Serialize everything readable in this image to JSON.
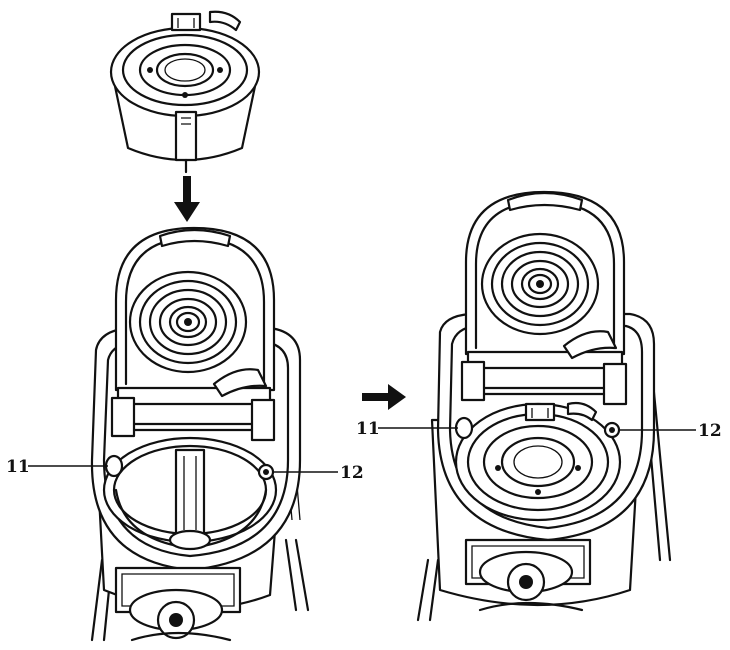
{
  "callouts": {
    "left_11": "11",
    "left_12": "12",
    "right_11": "11",
    "right_12": "12"
  }
}
